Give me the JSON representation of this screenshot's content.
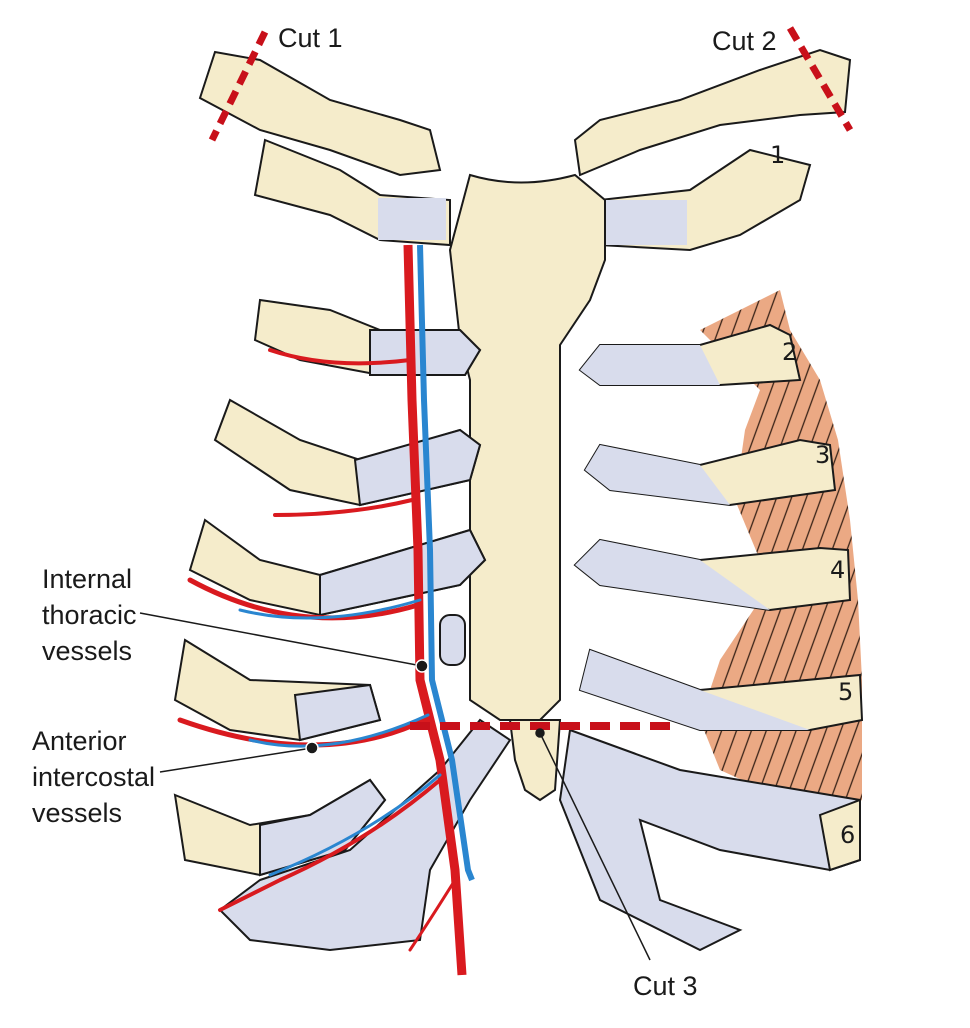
{
  "title": "Anterior thoracic wall with sternum and costal cartilages",
  "colors": {
    "bone": "#f5eccb",
    "cartilage": "#d8dcec",
    "muscle": "#eba984",
    "artery": "#d91a1f",
    "vein": "#2a86d0",
    "cut_line": "#c8101a",
    "outline": "#1a1a1a",
    "background": "#ffffff"
  },
  "labels": {
    "cut1": "Cut 1",
    "cut2": "Cut 2",
    "cut3": "Cut 3",
    "internal_thoracic": [
      "Internal",
      "thoracic",
      "vessels"
    ],
    "anterior_intercostal": [
      "Anterior",
      "intercostal",
      "vessels"
    ]
  },
  "rib_numbers": [
    "1",
    "2",
    "3",
    "4",
    "5",
    "6"
  ]
}
